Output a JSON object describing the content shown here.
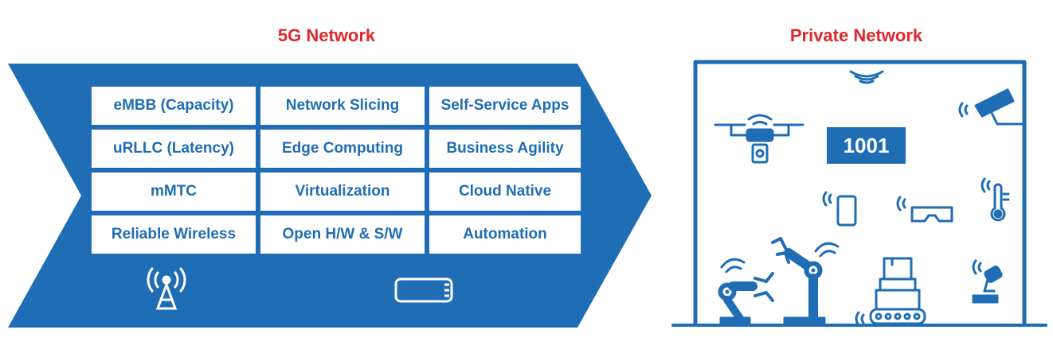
{
  "titles": {
    "left": "5G Network",
    "right": "Private Network"
  },
  "colors": {
    "accent_red": "#e0282c",
    "brand_blue": "#1f6db4",
    "text_on_blue": "#ffffff"
  },
  "features": [
    "eMBB (Capacity)",
    "Network Slicing",
    "Self-Service Apps",
    "uRLLC (Latency)",
    "Edge Computing",
    "Business Agility",
    "mMTC",
    "Virtualization",
    "Cloud Native",
    "Reliable Wireless",
    "Open H/W & S/W",
    "Automation"
  ],
  "private_network": {
    "code_label": "1001",
    "icons": [
      "wifi-icon",
      "drone-icon",
      "security-camera-icon",
      "smartphone-icon",
      "vr-headset-icon",
      "thermometer-icon",
      "robot-arm-icon",
      "industrial-robot-icon",
      "cargo-robot-icon",
      "microscope-icon"
    ]
  },
  "arrow_icons": [
    "cell-tower-icon",
    "sim-card-icon"
  ]
}
